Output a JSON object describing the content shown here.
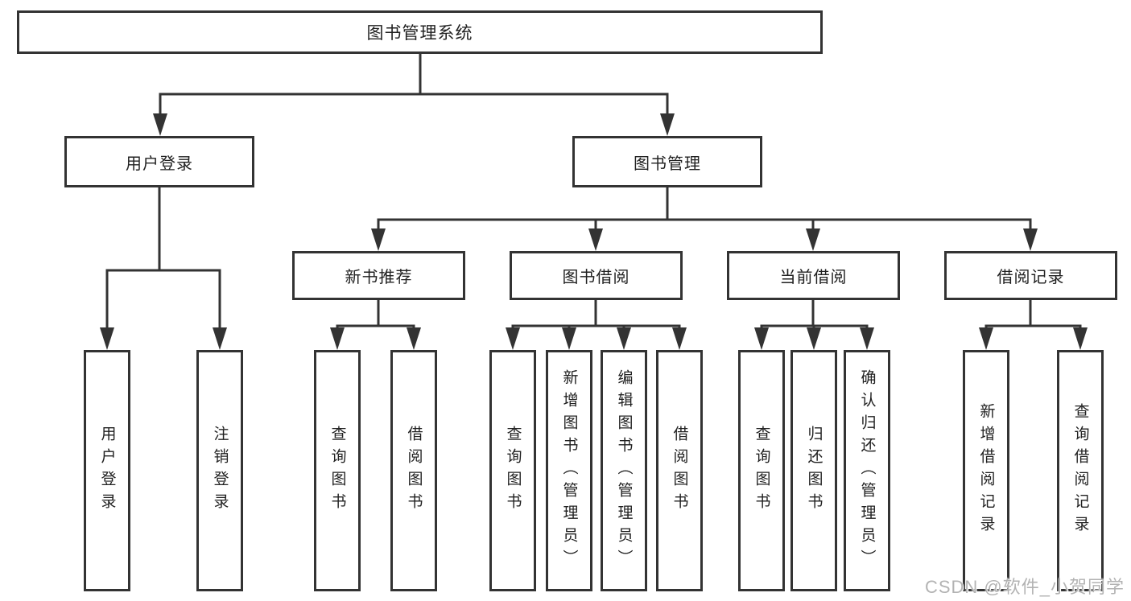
{
  "diagram": {
    "root": "图书管理系统",
    "modules": [
      {
        "label": "用户登录",
        "children": [
          {
            "label": "用户登录"
          },
          {
            "label": "注销登录"
          }
        ]
      },
      {
        "label": "图书管理",
        "sections": [
          {
            "label": "新书推荐",
            "children": [
              {
                "label": "查询图书"
              },
              {
                "label": "借阅图书"
              }
            ]
          },
          {
            "label": "图书借阅",
            "children": [
              {
                "label": "查询图书"
              },
              {
                "label": "新增图书（管理员）"
              },
              {
                "label": "编辑图书（管理员）"
              },
              {
                "label": "借阅图书"
              }
            ]
          },
          {
            "label": "当前借阅",
            "children": [
              {
                "label": "查询图书"
              },
              {
                "label": "归还图书"
              },
              {
                "label": "确认归还（管理员）"
              }
            ]
          },
          {
            "label": "借阅记录",
            "children": [
              {
                "label": "新增借阅记录"
              },
              {
                "label": "查询借阅记录"
              }
            ]
          }
        ]
      }
    ]
  },
  "watermark": "CSDN @软件_小贺同学",
  "colors": {
    "line": "#333333",
    "text": "#212121",
    "watermark": "#b3b3b3"
  }
}
